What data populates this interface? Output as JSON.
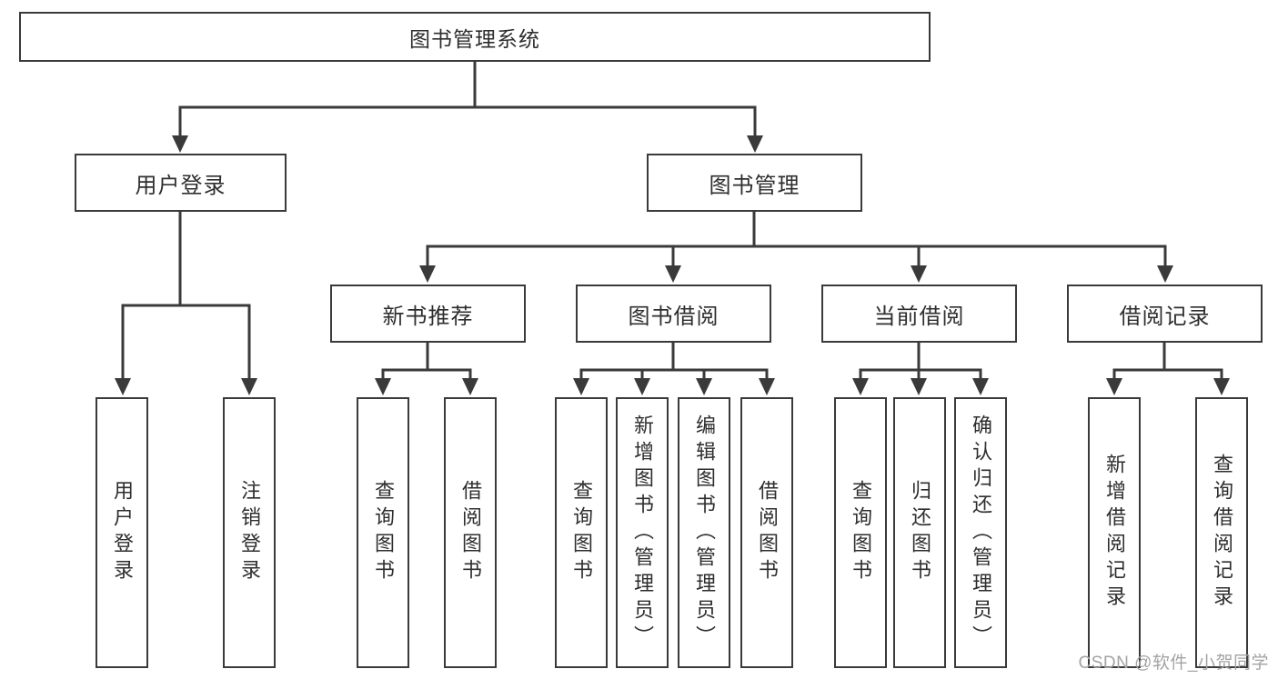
{
  "diagram": {
    "root": {
      "label": "图书管理系统"
    },
    "level1": [
      {
        "label": "用户登录"
      },
      {
        "label": "图书管理"
      }
    ],
    "level2": [
      {
        "label": "新书推荐"
      },
      {
        "label": "图书借阅"
      },
      {
        "label": "当前借阅"
      },
      {
        "label": "借阅记录"
      }
    ],
    "leaves": [
      {
        "label": "用户登录",
        "parent": "用户登录"
      },
      {
        "label": "注销登录",
        "parent": "用户登录"
      },
      {
        "label": "查询图书",
        "parent": "新书推荐"
      },
      {
        "label": "借阅图书",
        "parent": "新书推荐"
      },
      {
        "label": "查询图书",
        "parent": "图书借阅"
      },
      {
        "label": "新增图书（管理员）",
        "parent": "图书借阅"
      },
      {
        "label": "编辑图书（管理员）",
        "parent": "图书借阅"
      },
      {
        "label": "借阅图书",
        "parent": "图书借阅"
      },
      {
        "label": "查询图书",
        "parent": "当前借阅"
      },
      {
        "label": "归还图书",
        "parent": "当前借阅"
      },
      {
        "label": "确认归还（管理员）",
        "parent": "当前借阅"
      },
      {
        "label": "新增借阅记录",
        "parent": "借阅记录"
      },
      {
        "label": "查询借阅记录",
        "parent": "借阅记录"
      }
    ]
  },
  "watermark": {
    "text": "CSDN @软件_小贺同学"
  },
  "colors": {
    "line": "#3a3a3a",
    "box_border": "#3a3a3a",
    "box_fill": "#ffffff",
    "text": "#2e2e2e",
    "watermark": "#a3a3a3",
    "background": "#ffffff"
  }
}
